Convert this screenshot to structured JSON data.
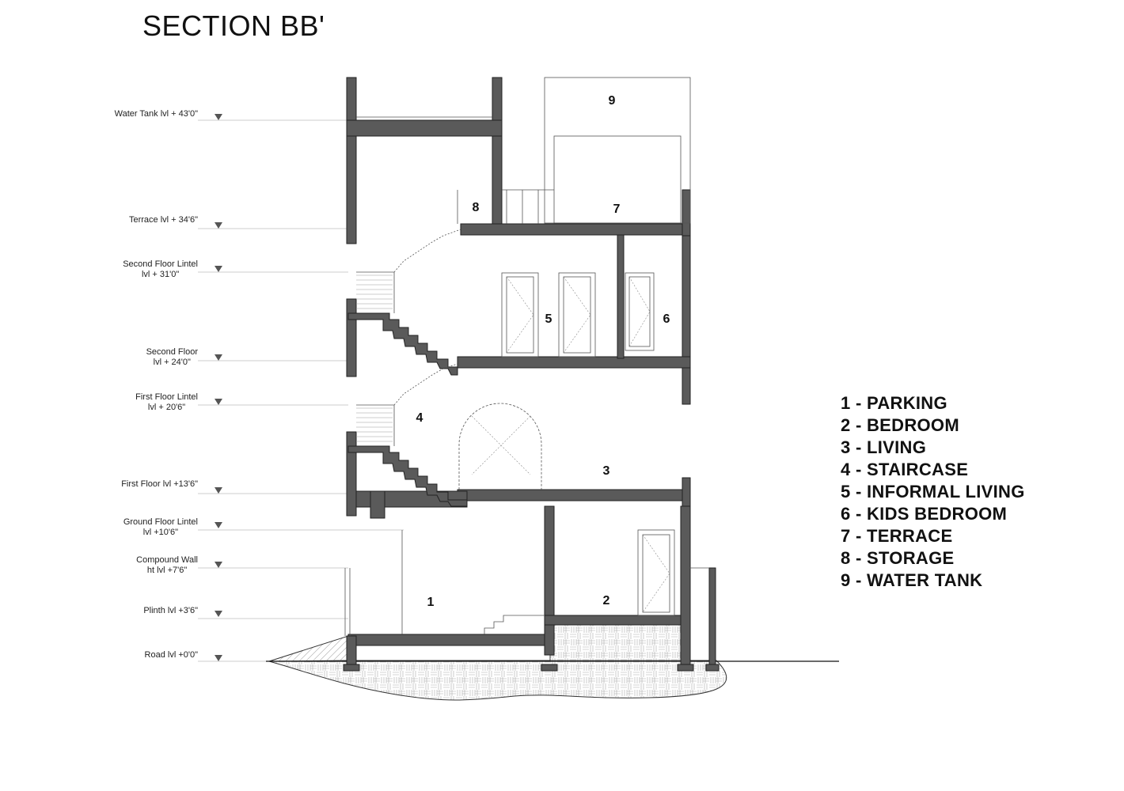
{
  "title": "SECTION BB'",
  "levels": [
    {
      "lines": [
        "Water Tank lvl + 43'0\""
      ]
    },
    {
      "lines": [
        "Terrace lvl + 34'6\""
      ]
    },
    {
      "lines": [
        "Second Floor Lintel",
        "lvl + 31'0\""
      ]
    },
    {
      "lines": [
        "Second Floor",
        "lvl + 24'0\""
      ]
    },
    {
      "lines": [
        "First Floor Lintel",
        "lvl + 20'6\""
      ]
    },
    {
      "lines": [
        "First Floor lvl +13'6\""
      ]
    },
    {
      "lines": [
        "Ground Floor Lintel",
        "lvl +10'6\""
      ]
    },
    {
      "lines": [
        "Compound Wall",
        "ht lvl +7'6\""
      ]
    },
    {
      "lines": [
        "Plinth lvl +3'6\""
      ]
    },
    {
      "lines": [
        "Road lvl +0'0\""
      ]
    }
  ],
  "room_numbers": [
    "1",
    "2",
    "3",
    "4",
    "5",
    "6",
    "7",
    "8",
    "9"
  ],
  "legend": [
    "1 - PARKING",
    "2 - BEDROOM",
    "3 - LIVING",
    "4 - STAIRCASE",
    "5 - INFORMAL LIVING",
    "6 - KIDS BEDROOM",
    "7 - TERRACE",
    "8 - STORAGE",
    "9 - WATER TANK"
  ],
  "colors": {
    "slab_fill": "#555555",
    "line": "#222222",
    "level_line": "#bbbbbb",
    "hatch": "#999999"
  }
}
